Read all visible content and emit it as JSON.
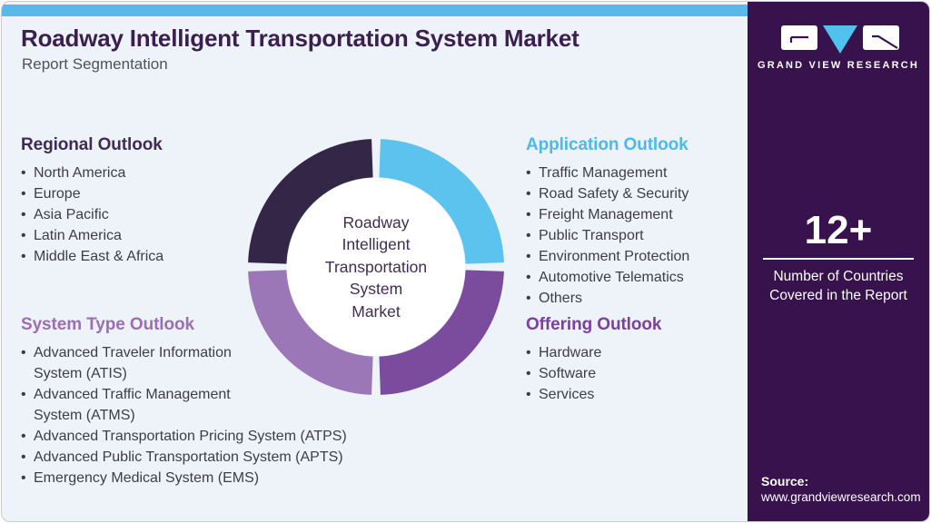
{
  "header": {
    "title": "Roadway Intelligent Transportation System Market",
    "subtitle": "Report Segmentation"
  },
  "sections": {
    "regional": {
      "heading": "Regional Outlook",
      "items": [
        "North America",
        "Europe",
        "Asia Pacific",
        "Latin America",
        "Middle East & Africa"
      ]
    },
    "system_type": {
      "heading": "System Type Outlook",
      "items": [
        "Advanced Traveler Information System (ATIS)",
        "Advanced Traffic Management System (ATMS)",
        "Advanced Transportation Pricing System (ATPS)",
        "Advanced Public Transportation System (APTS)",
        "Emergency Medical System (EMS)"
      ]
    },
    "application": {
      "heading": "Application Outlook",
      "items": [
        "Traffic Management",
        "Road Safety & Security",
        "Freight Management",
        "Public Transport",
        "Environment Protection",
        "Automotive Telematics",
        "Others"
      ]
    },
    "offering": {
      "heading": "Offering Outlook",
      "items": [
        "Hardware",
        "Software",
        "Services"
      ]
    }
  },
  "chart_data": {
    "type": "pie",
    "subtype": "donut",
    "title": "Roadway Intelligent Transportation System Market",
    "center_label": "Roadway Intelligent Transportation System Market",
    "center_label_lines": [
      "Roadway",
      "Intelligent",
      "Transportation",
      "System",
      "Market"
    ],
    "legend_position": "none",
    "segments": [
      {
        "name": "Application Outlook",
        "value": 25,
        "color": "#5BC3EE"
      },
      {
        "name": "Offering Outlook",
        "value": 25,
        "color": "#7B4B9D"
      },
      {
        "name": "System Type Outlook",
        "value": 25,
        "color": "#9B77B7"
      },
      {
        "name": "Regional Outlook",
        "value": 25,
        "color": "#342647"
      }
    ]
  },
  "sidebar": {
    "logo_text": "GRAND VIEW RESEARCH",
    "stat_value": "12+",
    "stat_label": "Number of Countries Covered in the Report",
    "source_label": "Source:",
    "source_url": "www.grandviewresearch.com"
  },
  "colors": {
    "card_bg": "#EDF3F9",
    "topbar": "#59BAE9",
    "sidebar": "#37124D",
    "title": "#3A1F4F",
    "subtitle": "#515156",
    "body_text": "#3E3E42",
    "h_regional": "#3F2C55",
    "h_system": "#9C6FB4",
    "h_application": "#4DB9EC",
    "h_offering": "#7C3FA2",
    "center_label": "#3F2C55",
    "logo_triangle": "#4FC2EE"
  }
}
